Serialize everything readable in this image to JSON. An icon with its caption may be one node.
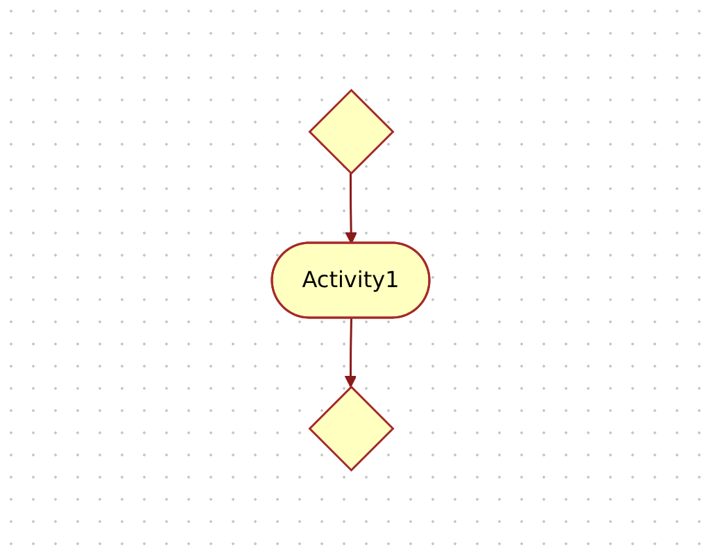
{
  "diagram": {
    "nodes": [
      {
        "text": [],
        "shape": "diamond"
      },
      {
        "text": [
          "Activity1"
        ]
      },
      {
        "text": [],
        "shape": "diamond"
      }
    ],
    "edges": [
      {
        "from": 0,
        "to": 1,
        "arrow": "to"
      },
      {
        "from": 1,
        "to": 2,
        "arrow": "to"
      }
    ]
  }
}
